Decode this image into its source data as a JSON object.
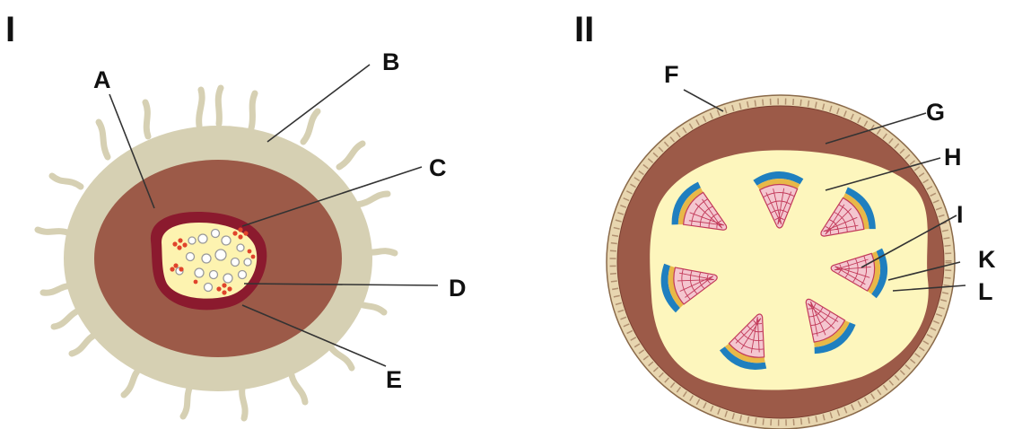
{
  "panels": [
    {
      "id": "root",
      "title": "I",
      "labels": [
        "A",
        "B",
        "C",
        "D",
        "E"
      ]
    },
    {
      "id": "stem",
      "title": "II",
      "labels": [
        "F",
        "G",
        "H",
        "I",
        "K",
        "L"
      ]
    }
  ],
  "colors": {
    "epidermis_hairs": "#d6d0b3",
    "cortex": "#9c5a48",
    "endodermis": "#8b1a2e",
    "stele": "#fdf3b0",
    "xylem_vessel": "#ffffff",
    "phloem": "#e0442c",
    "stem_epidermis": "#e8d6b0",
    "pith": "#fdf6bd",
    "xylem_bundle": "#f4c6cf",
    "cambium": "#e8b848",
    "phloem_cap": "#1f7fbf"
  }
}
